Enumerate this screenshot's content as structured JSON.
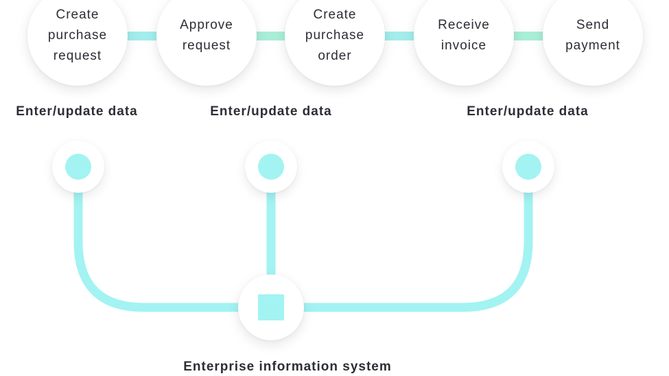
{
  "steps": [
    {
      "label": "Create\npurchase\nrequest"
    },
    {
      "label": "Approve\nrequest"
    },
    {
      "label": "Create\npurchase\norder"
    },
    {
      "label": "Receive\ninvoice"
    },
    {
      "label": "Send\npayment"
    }
  ],
  "update_points": [
    {
      "label": "Enter/update data"
    },
    {
      "label": "Enter/update data"
    },
    {
      "label": "Enter/update data"
    }
  ],
  "hub": {
    "label": "Enterprise information system"
  },
  "colors": {
    "cyan": "#a3f3f3",
    "mint": "#a9eed8",
    "text": "#2b2e35"
  }
}
